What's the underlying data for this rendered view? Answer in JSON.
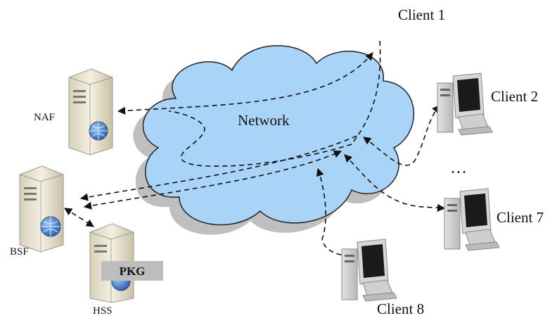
{
  "labels": {
    "naf": "NAF",
    "bsf": "BSF",
    "hss": "HSS",
    "pkg": "PKG",
    "network": "Network",
    "client1": "Client 1",
    "client2": "Client 2",
    "client7": "Client 7",
    "client8": "Client 8",
    "ellipsis": "…"
  },
  "colors": {
    "cloud": "#aad4f7",
    "cloud_shadow": "#bfbfbf",
    "server_body": "#ece6d2",
    "globe": "#3a78c8",
    "pkg_box": "#bdbdbd",
    "monitor_screen": "#1a1a1a"
  },
  "icons": {
    "server": "server-icon",
    "computer": "computer-icon",
    "cloud": "cloud-icon"
  }
}
